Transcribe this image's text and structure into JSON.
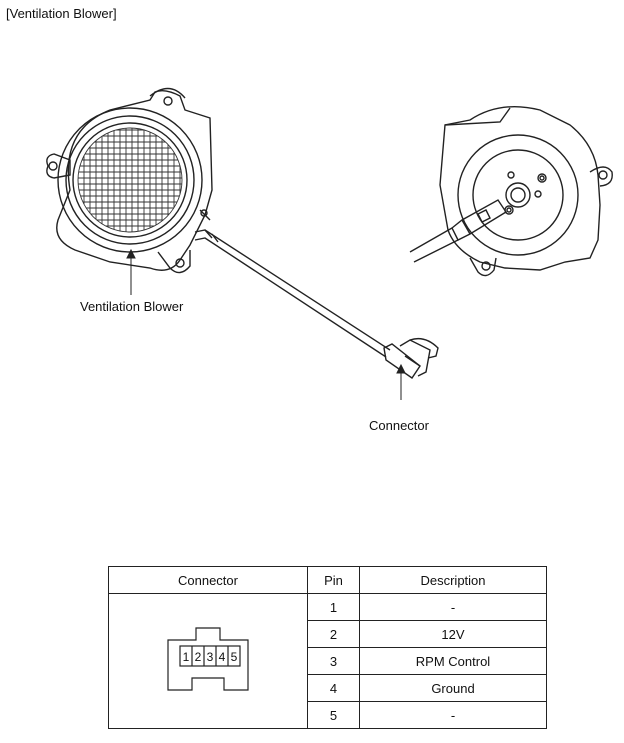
{
  "page": {
    "title": "[Ventilation Blower]"
  },
  "labels": {
    "blower": "Ventilation Blower",
    "connector": "Connector"
  },
  "table": {
    "headers": [
      "Connector",
      "Pin",
      "Description"
    ],
    "rows": [
      {
        "pin": "1",
        "description": "-"
      },
      {
        "pin": "2",
        "description": "12V"
      },
      {
        "pin": "3",
        "description": "RPM Control"
      },
      {
        "pin": "4",
        "description": "Ground"
      },
      {
        "pin": "5",
        "description": "-"
      }
    ],
    "connector_pins": [
      "1",
      "2",
      "3",
      "4",
      "5"
    ]
  }
}
